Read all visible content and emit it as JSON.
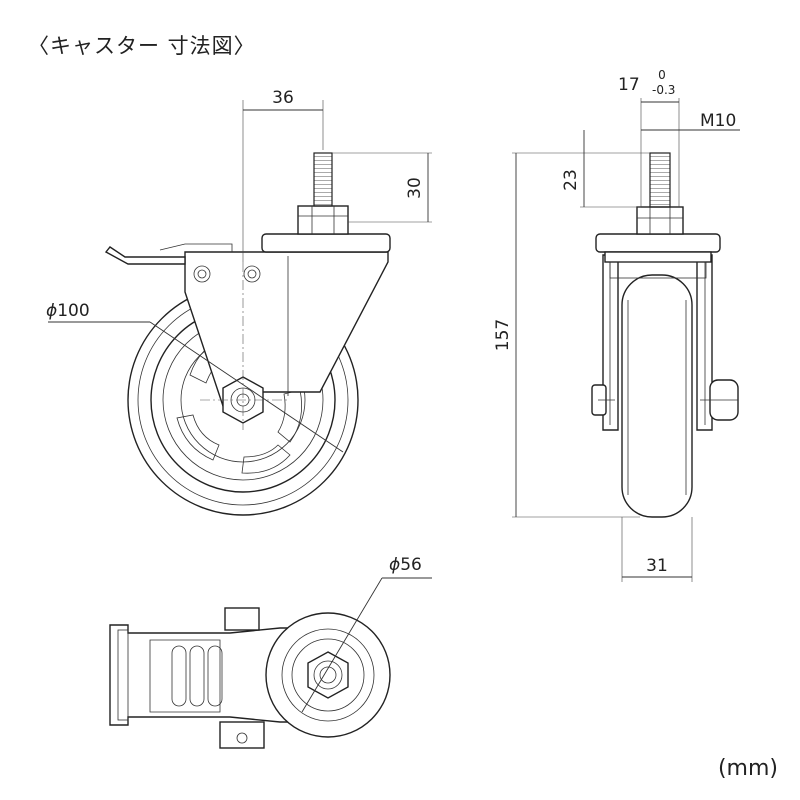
{
  "title": "〈キャスター 寸法図〉",
  "unit": "(mm)",
  "dimensions": {
    "offset": "36",
    "thread_length": "30",
    "wheel_diameter": "100",
    "diameter_symbol": "ϕ",
    "wheel_width_nominal": "17",
    "wheel_width_tol_upper": "0",
    "wheel_width_tol_lower": "-0.3",
    "thread_size": "M10",
    "stem_height": "23",
    "total_height": "157",
    "tread_width": "31",
    "hub_diameter": "56"
  }
}
